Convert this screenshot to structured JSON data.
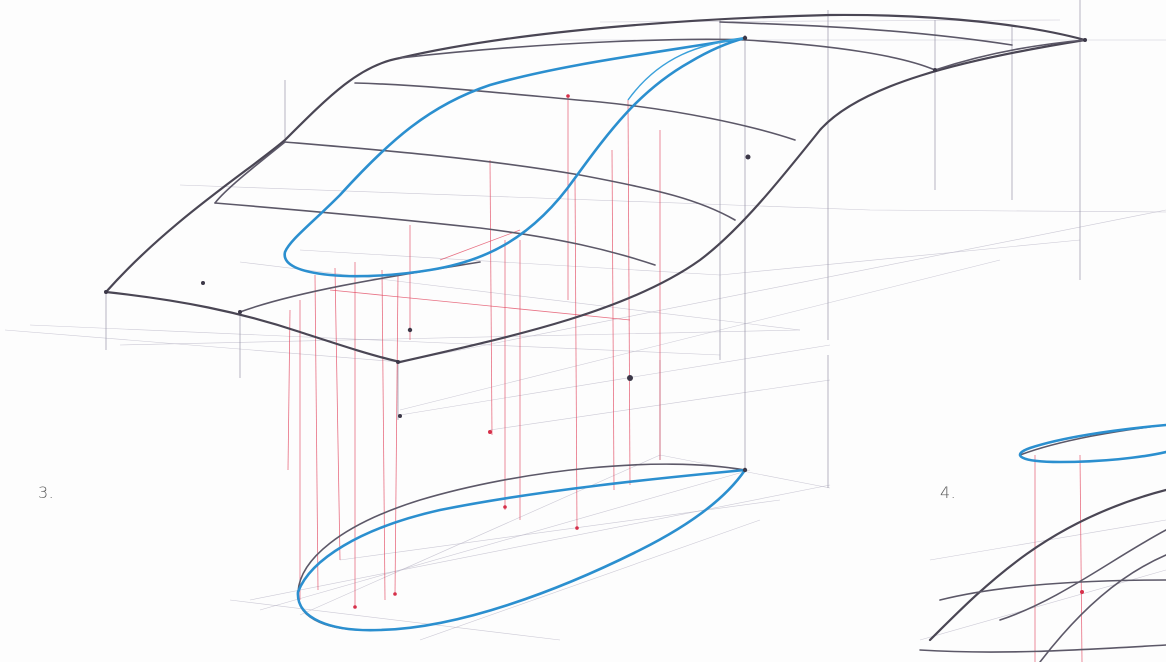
{
  "labels": {
    "step3": "3.",
    "step4": "4."
  },
  "colors": {
    "paper": "#fdfdfd",
    "surface_lines": "#4a4654",
    "construction_lines": "#8f8ca0",
    "projection_lines": "#e0405a",
    "highlight_curve": "#2b8fcf"
  },
  "icons": {
    "main_sketch": "perspective-surface-with-blue-loop",
    "plan_sketch": "ground-plane-teardrop-outline",
    "partial_sketch": "cropped-surface-sketch"
  }
}
